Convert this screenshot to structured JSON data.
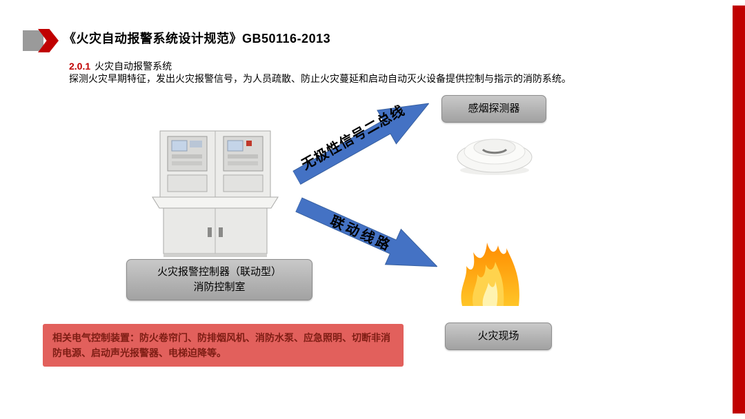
{
  "header": {
    "title": "《火灾自动报警系统设计规范》GB50116-2013",
    "clause_number": "2.0.1",
    "clause_name": "火灾自动报警系统",
    "clause_description": "探测火灾早期特征，发出火灾报警信号，为人员疏散、防止火灾蔓延和启动自动灭火设备提供控制与指示的消防系统。"
  },
  "diagram": {
    "controller_box": {
      "line1": "火灾报警控制器（联动型）",
      "line2": "消防控制室"
    },
    "arrows": {
      "signal_bus_label": "无极性信号二总线",
      "linkage_label": "联动线路"
    },
    "smoke_detector_label": "感烟探测器",
    "fire_scene_label": "火灾现场"
  },
  "note": {
    "label": "相关电气控制装置：",
    "text": "防火卷帘门、防排烟风机、消防水泵、应急照明、切断非消防电源、启动声光报警器、电梯迫降等。"
  },
  "icons": {
    "controller_image": "fire-alarm-control-console",
    "smoke_detector_image": "smoke-detector",
    "fire_image": "fire-flames",
    "decoration": "gray-square-with-red-arrow"
  },
  "colors": {
    "accent_red": "#c00000",
    "arrow_blue": "#4472c4",
    "note_background": "#e2605c",
    "note_text": "#7e1d14",
    "label_box_gray": "#b3b3b3"
  }
}
